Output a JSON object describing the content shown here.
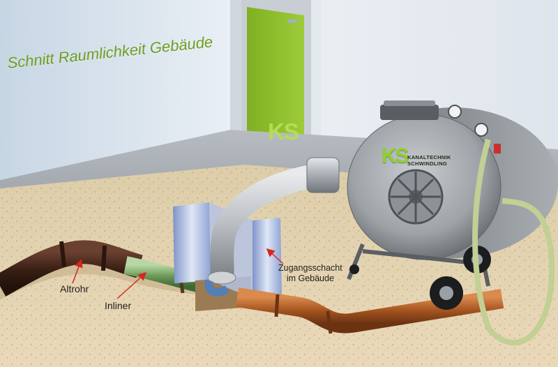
{
  "title": "Schnitt Raumlichkeit Gebäude",
  "door_logo": "KS",
  "machine": {
    "logo": "KS",
    "brand_line1": "KANALTECHNIK",
    "brand_line2": "SCHWINDLING"
  },
  "labels": {
    "old_pipe": "Altrohr",
    "inliner": "Inliner",
    "access_shaft_line1": "Zugangsschacht",
    "access_shaft_line2": "im Gebäude"
  },
  "colors": {
    "title_green": "#6e9d1f",
    "brand_green": "#8fd12a",
    "door_green": "#8cbf2e",
    "old_pipe": "#4a2a1a",
    "new_pipe": "#a4541f",
    "liner": "#6f9c5a",
    "arrow_red": "#d9261c",
    "soil": "#d9c9a6"
  },
  "icons": {
    "arrow": "red-pointer-arrow",
    "wheel": "machine-wheel-icon",
    "gauge": "pressure-gauge-icon"
  }
}
